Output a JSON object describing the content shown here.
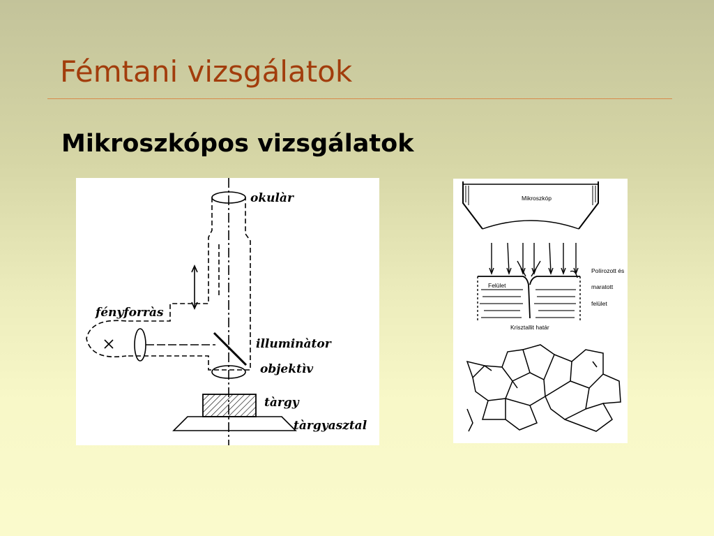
{
  "slide": {
    "title": "Fémtani vizsgálatok",
    "subtitle": "Mikroszkópos vizsgálatok"
  },
  "microscope_diagram": {
    "labels": {
      "eyepiece": "okulàr",
      "light_source": "fényforràs",
      "illuminator": "illuminàtor",
      "objective": "objektìv",
      "specimen": "tàrgy",
      "stage": "tàrgyasztal"
    }
  },
  "surface_diagram": {
    "labels": {
      "microscope": "Mikroszkóp",
      "polished_line1": "Polírozott és",
      "polished_line2": "maratott",
      "polished_line3": "felület",
      "surface": "Felület",
      "grain_boundary": "Krisztallit határ"
    }
  },
  "colors": {
    "title": "#a23d0c",
    "rule": "#d8894a",
    "background_top": "#c3c39a",
    "background_bottom": "#fafacc"
  }
}
